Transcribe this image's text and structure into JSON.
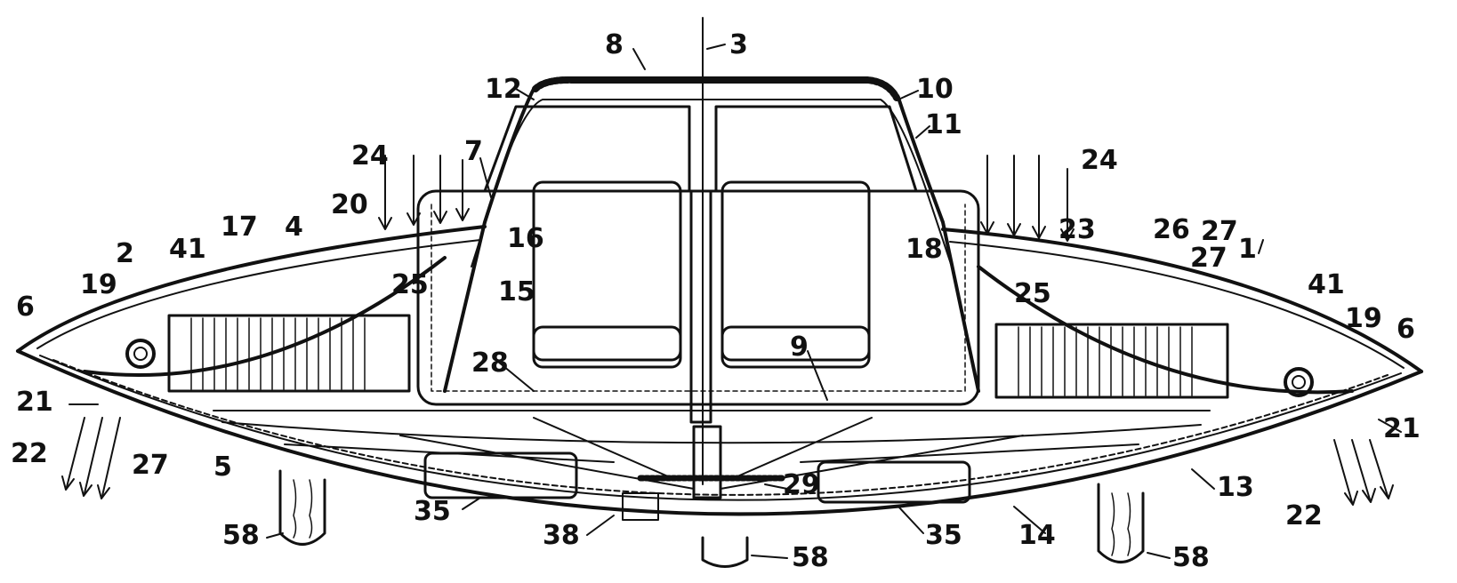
{
  "figure": {
    "ink_color": "#111111",
    "paper_color": "#ffffff",
    "reference_numerals": [
      "1",
      "2",
      "3",
      "4",
      "5",
      "6",
      "6",
      "7",
      "8",
      "9",
      "10",
      "11",
      "12",
      "13",
      "14",
      "15",
      "16",
      "17",
      "18",
      "19",
      "19",
      "20",
      "21",
      "21",
      "22",
      "22",
      "23",
      "24",
      "24",
      "25",
      "25",
      "26",
      "27",
      "27",
      "27",
      "28",
      "29",
      "35",
      "35",
      "38",
      "41",
      "41",
      "58",
      "58",
      "58"
    ]
  }
}
